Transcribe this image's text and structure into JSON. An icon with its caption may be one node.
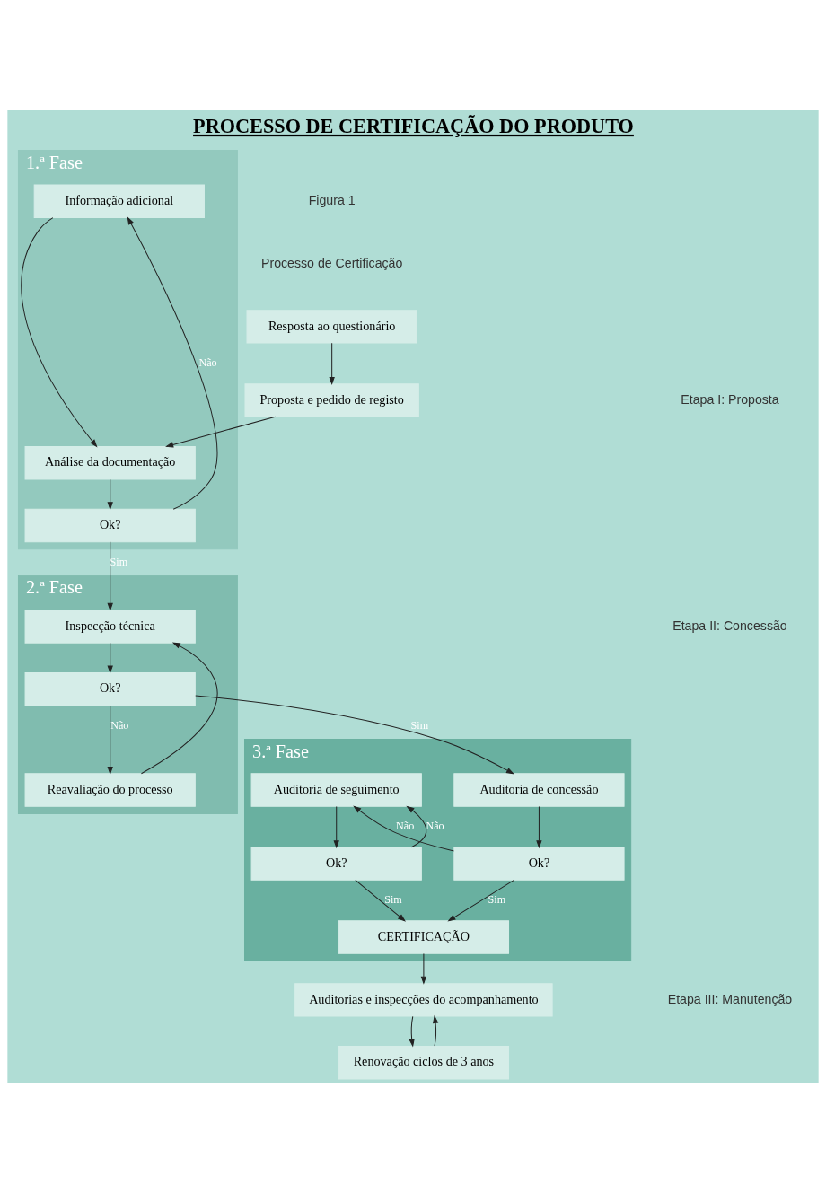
{
  "diagram": {
    "title": "PROCESSO DE CERTIFICAÇÃO DO PRODUTO",
    "nodes": [
      {
        "text": [
          "Resposta ao questionário"
        ]
      },
      {
        "text": [
          "Proposta e pedido de registo"
        ]
      },
      {
        "text": [
          "1.ª Fase"
        ]
      },
      {
        "text": [
          "Análise da documentação"
        ],
        "in": 2
      },
      {
        "text": [
          "Informação adicional"
        ],
        "in": 2
      },
      {
        "text": [
          "Ok?"
        ],
        "in": 2
      },
      {
        "text": [
          "2.ª Fase"
        ]
      },
      {
        "text": [
          "Inspecção técnica"
        ],
        "in": 6
      },
      {
        "text": [
          "Ok?"
        ],
        "in": 6
      },
      {
        "text": [
          "Reavaliação do processo"
        ],
        "in": 6
      },
      {
        "text": [
          "3.ª Fase"
        ]
      },
      {
        "text": [
          "Auditoria de concessão"
        ],
        "in": 10
      },
      {
        "text": [
          "Auditoria de seguimento"
        ],
        "in": 10
      },
      {
        "text": [
          "Ok?"
        ],
        "in": 10
      },
      {
        "text": [
          "Ok?"
        ],
        "in": 10
      },
      {
        "text": [
          "CERTIFICAÇÃO"
        ],
        "in": 10
      },
      {
        "text": [
          "Auditorias e inspecções do acompanhamento"
        ]
      },
      {
        "text": [
          "Renovação ciclos de 3 anos"
        ]
      }
    ],
    "edges": [
      {
        "from": 0,
        "to": 1,
        "arrow": "to"
      },
      {
        "from": 1,
        "to": 3,
        "arrow": "to"
      },
      {
        "from": 3,
        "to": 5,
        "arrow": "to"
      },
      {
        "from": 5,
        "to": 4,
        "arrow": "to",
        "label": "Não"
      },
      {
        "from": 4,
        "to": 3,
        "arrow": "to"
      },
      {
        "from": 5,
        "to": 7,
        "arrow": "to",
        "label": "Sim"
      },
      {
        "from": 7,
        "to": 8,
        "arrow": "to"
      },
      {
        "from": 8,
        "to": 9,
        "arrow": "to",
        "label": "Não"
      },
      {
        "from": 9,
        "to": 7,
        "arrow": "to"
      },
      {
        "from": 8,
        "to": 11,
        "arrow": "to",
        "label": "Sim"
      },
      {
        "from": 11,
        "to": 13,
        "arrow": "to"
      },
      {
        "from": 13,
        "to": 12,
        "arrow": "to",
        "label": "Não"
      },
      {
        "from": 13,
        "to": 15,
        "arrow": "to",
        "label": "Sim"
      },
      {
        "from": 12,
        "to": 14,
        "arrow": "to"
      },
      {
        "from": 14,
        "to": 15,
        "arrow": "to",
        "label": "Sim"
      },
      {
        "from": 14,
        "to": 12,
        "arrow": "to",
        "label": "Não"
      },
      {
        "from": 15,
        "to": 16,
        "arrow": "to"
      },
      {
        "from": 16,
        "to": 17,
        "arrow": "to"
      },
      {
        "from": 17,
        "to": 16,
        "arrow": "to"
      }
    ],
    "labels": [
      "Figura 1",
      "Processo de Certificação",
      "Etapa I: Proposta",
      "Etapa II: Concessão",
      "Etapa III: Manutenção"
    ]
  }
}
